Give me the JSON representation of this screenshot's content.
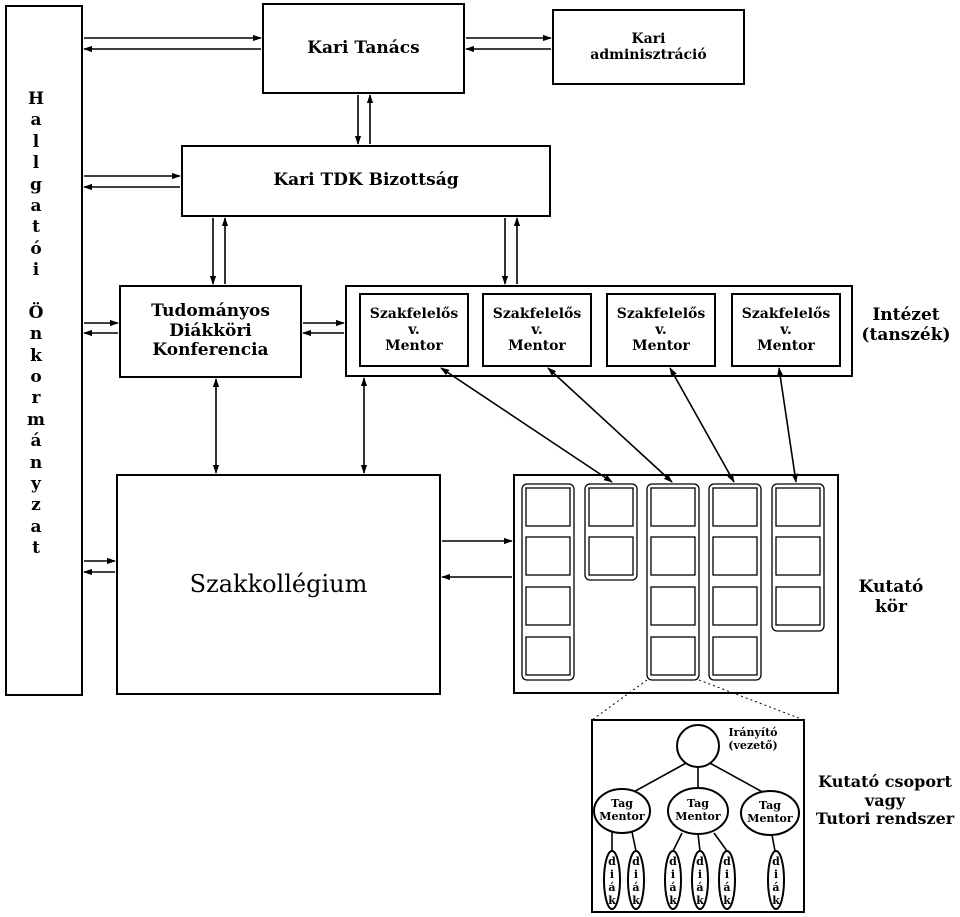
{
  "council": "Kari Tanács",
  "administration": "Kari\nadminisztráció",
  "tdk_committee": "Kari TDK Bizottság",
  "conference": "Tudományos\nDiákköri\nKonferencia",
  "self_government_letters": [
    "H",
    "a",
    "l",
    "l",
    "g",
    "a",
    "t",
    "ó",
    "i",
    "",
    "Ö",
    "n",
    "k",
    "o",
    "r",
    "m",
    "á",
    "n",
    "y",
    "z",
    "a",
    "t"
  ],
  "mentor_label": "Szakfelelős\nv.\nMentor",
  "institute": "Intézet\n(tanszék)",
  "college": "Szakkollégium",
  "research_circle": "Kutató\nkör",
  "director": "Irányító\n(vezető)",
  "tag_mentor": "Tag\nMentor",
  "diak_letters": [
    "d",
    "i",
    "á",
    "k"
  ],
  "research_group": "Kutató csoport\nvagy\nTutori rendszer"
}
